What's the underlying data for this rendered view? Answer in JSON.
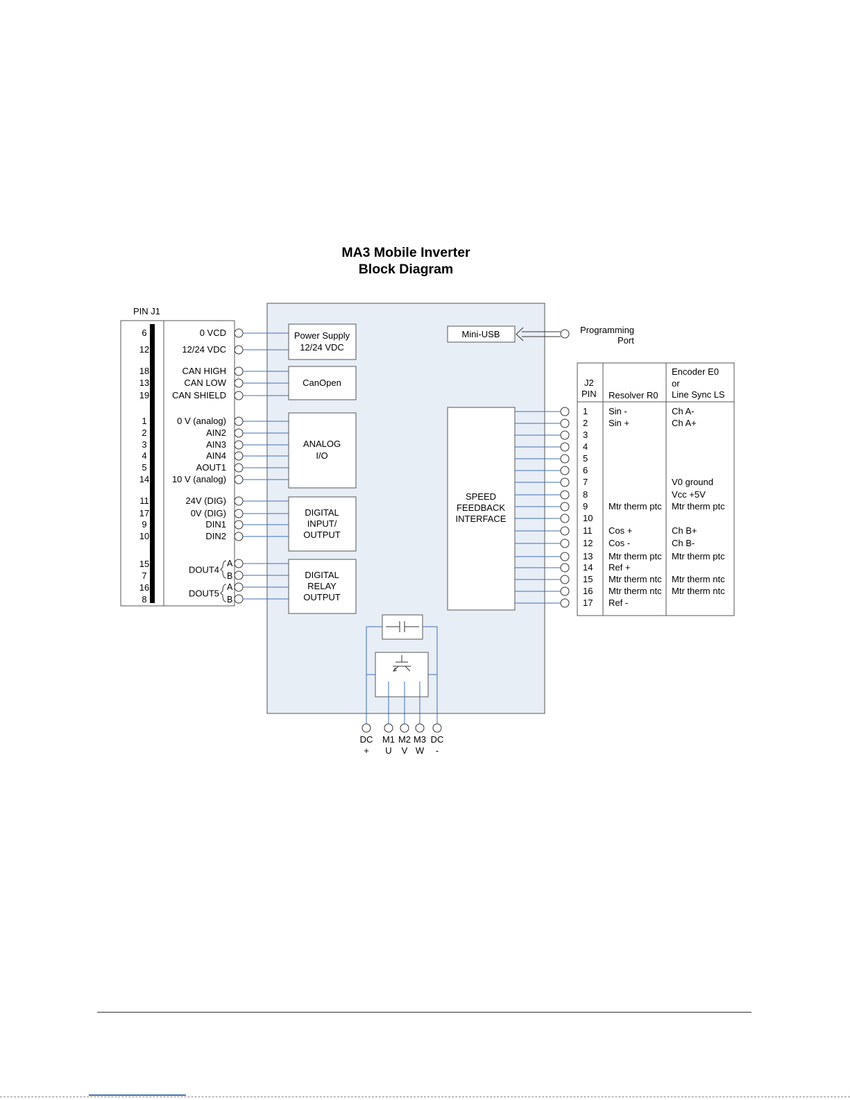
{
  "title": {
    "line1": "MA3 Mobile Inverter",
    "line2": "Block Diagram"
  },
  "j1": {
    "header": "PIN J1",
    "rows": [
      {
        "pin": "6",
        "label": "0 VCD"
      },
      {
        "pin": "12",
        "label": "12/24 VDC"
      },
      {
        "pin": "18",
        "label": "CAN HIGH"
      },
      {
        "pin": "13",
        "label": "CAN LOW"
      },
      {
        "pin": "19",
        "label": "CAN SHIELD"
      },
      {
        "pin": "1",
        "label": "0 V (analog)"
      },
      {
        "pin": "2",
        "label": "AIN2"
      },
      {
        "pin": "3",
        "label": "AIN3"
      },
      {
        "pin": "4",
        "label": "AIN4"
      },
      {
        "pin": "5",
        "label": "AOUT1"
      },
      {
        "pin": "14",
        "label": "10 V (analog)"
      },
      {
        "pin": "11",
        "label": "24V (DIG)"
      },
      {
        "pin": "17",
        "label": "0V (DIG)"
      },
      {
        "pin": "9",
        "label": "DIN1"
      },
      {
        "pin": "10",
        "label": "DIN2"
      }
    ],
    "dout": [
      {
        "label": "DOUT4",
        "a": "A",
        "b": "B",
        "pin_a": "15",
        "pin_b": "7"
      },
      {
        "label": "DOUT5",
        "a": "A",
        "b": "B",
        "pin_a": "16",
        "pin_b": "8"
      }
    ]
  },
  "blocks": {
    "power_supply": {
      "line1": "Power Supply",
      "line2": "12/24 VDC"
    },
    "canopen": "CanOpen",
    "analog": {
      "line1": "ANALOG",
      "line2": "I/O"
    },
    "digital_io": {
      "line1": "DIGITAL",
      "line2": "INPUT/",
      "line3": "OUTPUT"
    },
    "relay": {
      "line1": "DIGITAL",
      "line2": "RELAY",
      "line3": "OUTPUT"
    },
    "mini_usb": "Mini-USB",
    "speed_feedback": {
      "line1": "SPEED",
      "line2": "FEEDBACK",
      "line3": "INTERFACE"
    }
  },
  "programming_port": {
    "line1": "Programming",
    "line2": "Port"
  },
  "j2": {
    "header_pin": {
      "line1": "J2",
      "line2": "PIN"
    },
    "header_resolver": "Resolver R0",
    "header_encoder": {
      "line1": "Encoder E0",
      "line2": "or",
      "line3": "Line Sync LS"
    },
    "rows": [
      {
        "pin": "1",
        "resolver": "Sin -",
        "encoder": "Ch A-"
      },
      {
        "pin": "2",
        "resolver": "Sin +",
        "encoder": "Ch A+"
      },
      {
        "pin": "3",
        "resolver": "",
        "encoder": ""
      },
      {
        "pin": "4",
        "resolver": "",
        "encoder": ""
      },
      {
        "pin": "5",
        "resolver": "",
        "encoder": ""
      },
      {
        "pin": "6",
        "resolver": "",
        "encoder": ""
      },
      {
        "pin": "7",
        "resolver": "",
        "encoder": "V0 ground"
      },
      {
        "pin": "8",
        "resolver": "",
        "encoder": "Vcc +5V"
      },
      {
        "pin": "9",
        "resolver": "Mtr therm ptc",
        "encoder": "Mtr therm ptc"
      },
      {
        "pin": "10",
        "resolver": "",
        "encoder": ""
      },
      {
        "pin": "11",
        "resolver": "Cos +",
        "encoder": "Ch B+"
      },
      {
        "pin": "12",
        "resolver": "Cos -",
        "encoder": "Ch B-"
      },
      {
        "pin": "13",
        "resolver": "Mtr therm ptc",
        "encoder": "Mtr therm ptc"
      },
      {
        "pin": "14",
        "resolver": "Ref +",
        "encoder": ""
      },
      {
        "pin": "15",
        "resolver": "Mtr therm ntc",
        "encoder": "Mtr therm ntc"
      },
      {
        "pin": "16",
        "resolver": "Mtr therm ntc",
        "encoder": "Mtr therm ntc"
      },
      {
        "pin": "17",
        "resolver": "Ref -",
        "encoder": ""
      }
    ]
  },
  "power_terminals": [
    {
      "top": "DC",
      "bottom": "+"
    },
    {
      "top": "M1",
      "bottom": "U"
    },
    {
      "top": "M2",
      "bottom": "V"
    },
    {
      "top": "M3",
      "bottom": "W"
    },
    {
      "top": "DC",
      "bottom": "-"
    }
  ],
  "colors": {
    "wire": "#3f6fb4",
    "inverter_fill": "#e8eef6",
    "line": "#333333"
  }
}
